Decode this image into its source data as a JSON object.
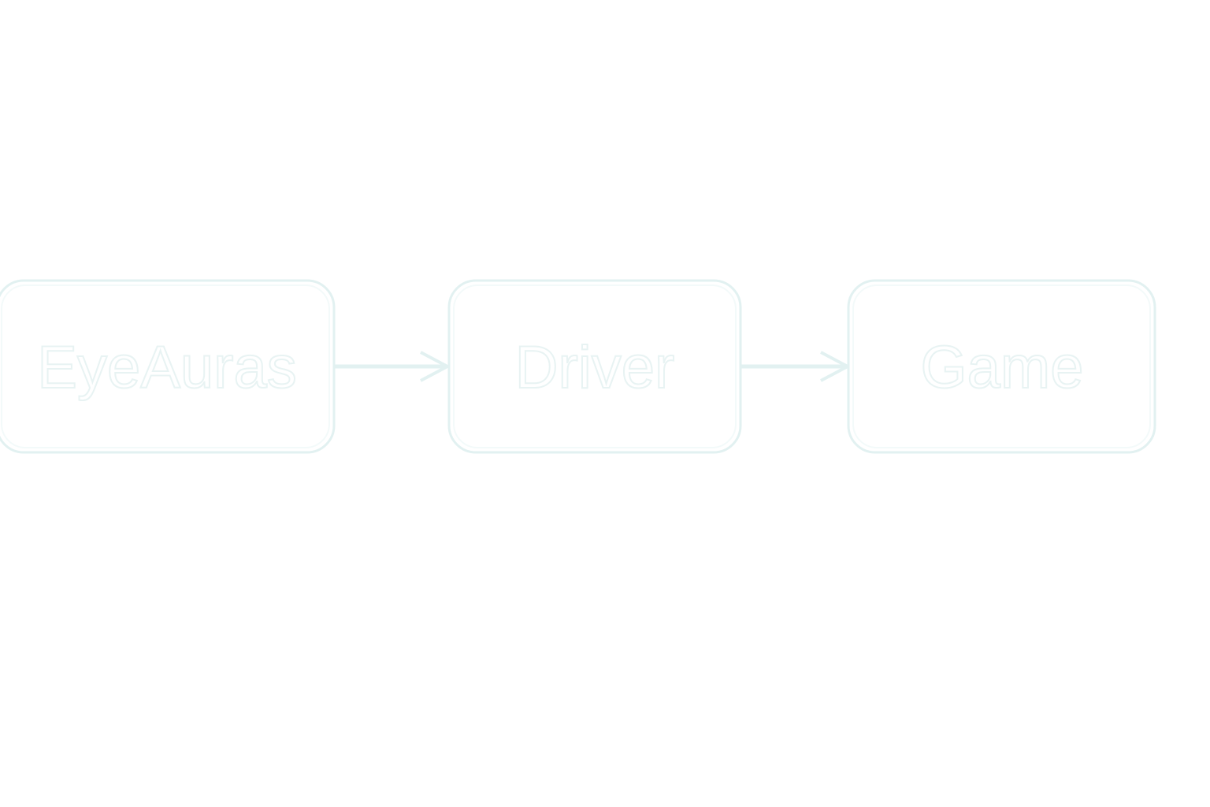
{
  "diagram": {
    "nodes": [
      {
        "id": "eyeauras",
        "label": "EyeAuras"
      },
      {
        "id": "driver",
        "label": "Driver"
      },
      {
        "id": "game",
        "label": "Game"
      }
    ],
    "edges": [
      {
        "from": "eyeauras",
        "to": "driver"
      },
      {
        "from": "driver",
        "to": "game"
      }
    ],
    "colors": {
      "background": "#ffffff",
      "outline": "#e2f1f1",
      "outline_inner": "#f5fbfb",
      "label_fill": "#ffffff",
      "label_stroke": "#eaf4f4"
    }
  }
}
